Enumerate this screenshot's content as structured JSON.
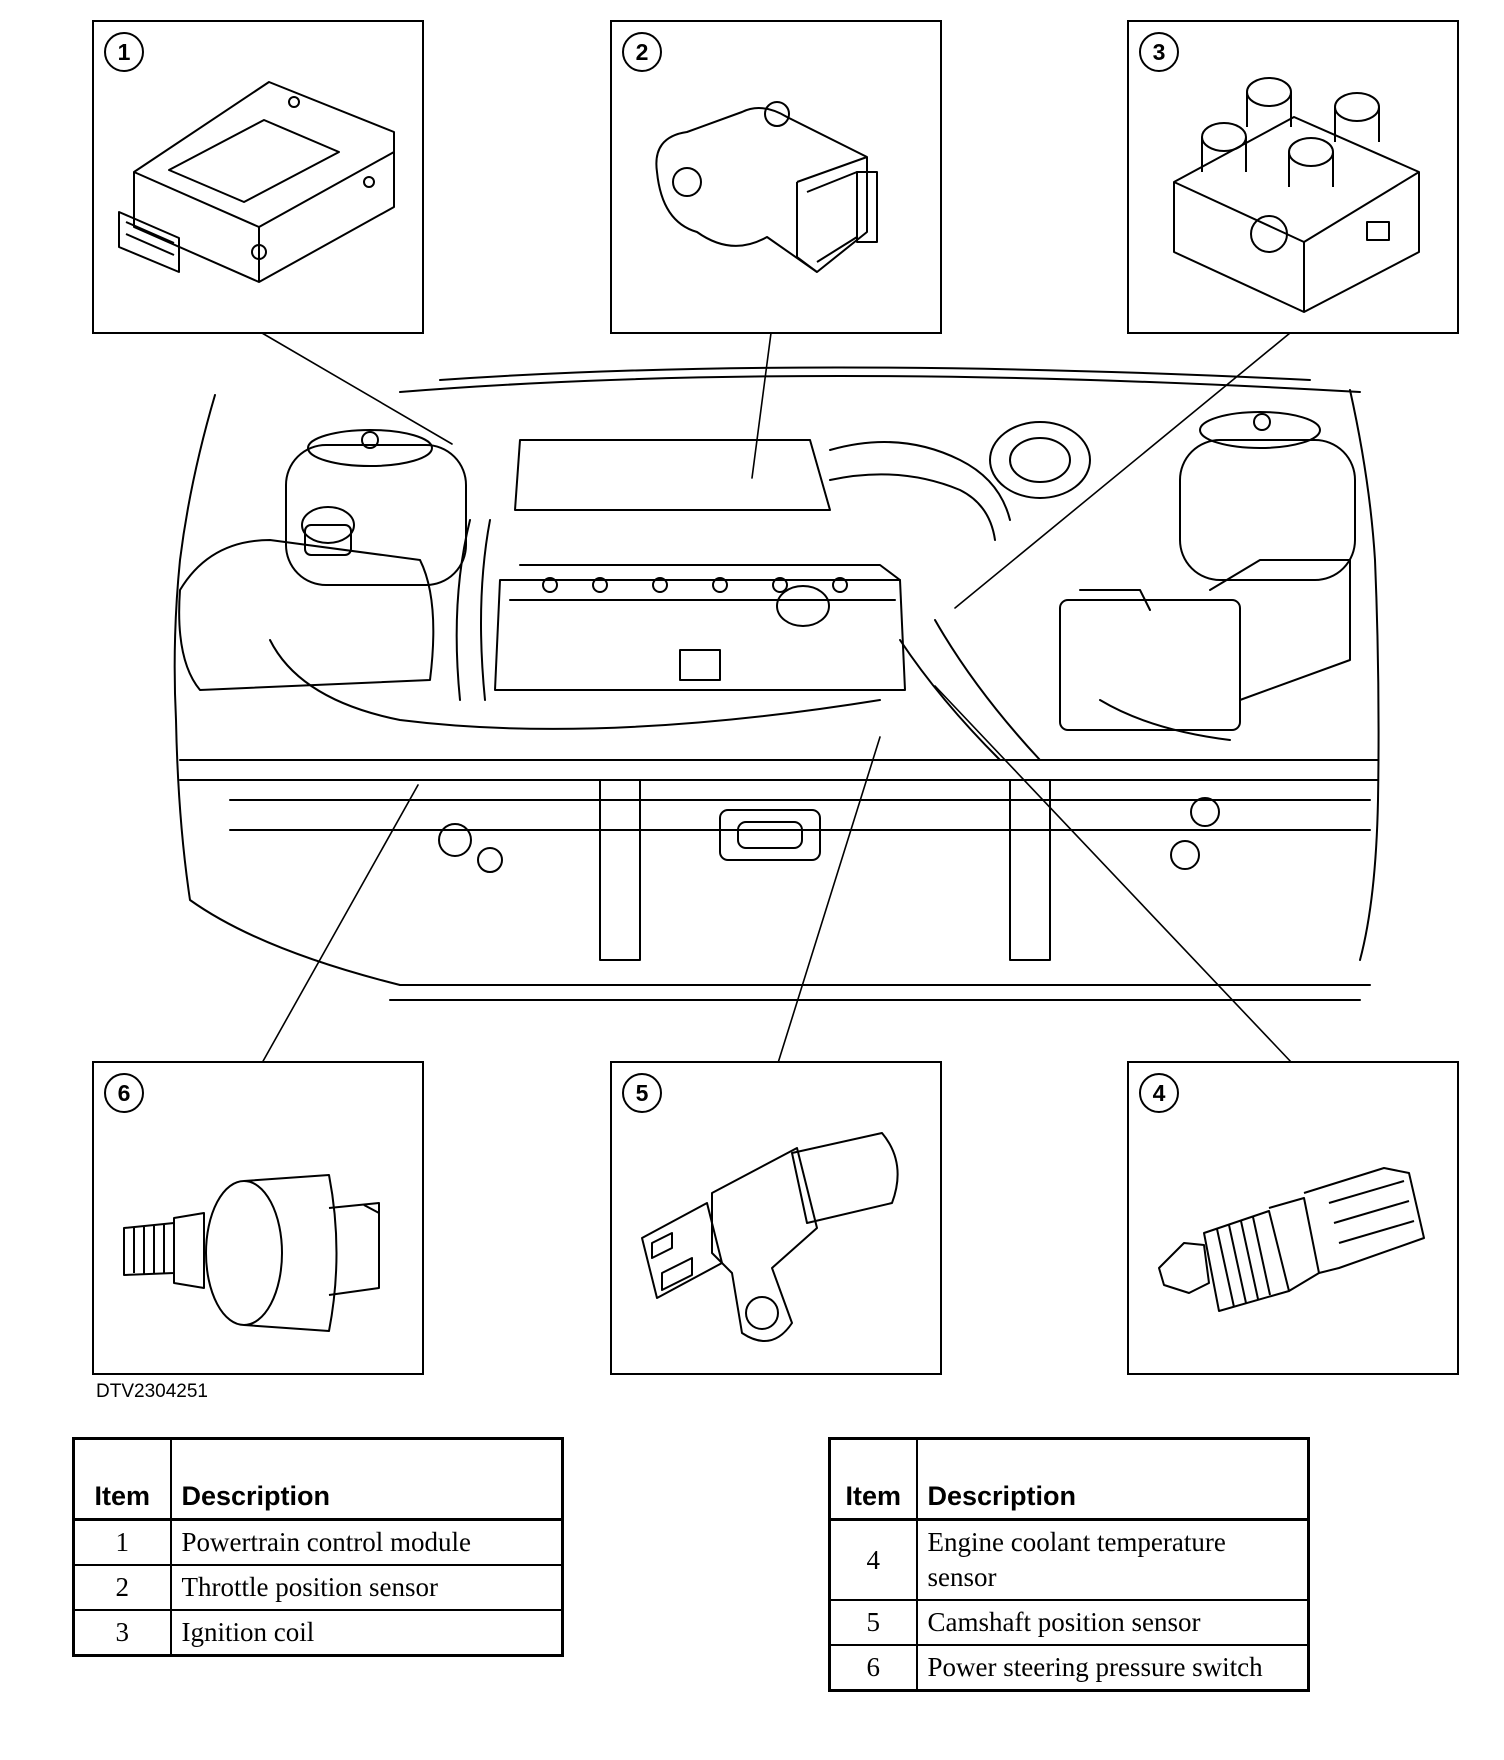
{
  "diagram_code": "DTV2304251",
  "callouts": {
    "c1": "1",
    "c2": "2",
    "c3": "3",
    "c4": "4",
    "c5": "5",
    "c6": "6"
  },
  "table_left": {
    "header_item": "Item",
    "header_description": "Description",
    "rows": [
      {
        "item": "1",
        "description": "Powertrain control module"
      },
      {
        "item": "2",
        "description": "Throttle position sensor"
      },
      {
        "item": "3",
        "description": "Ignition coil"
      }
    ]
  },
  "table_right": {
    "header_item": "Item",
    "header_description": "Description",
    "rows": [
      {
        "item": "4",
        "description": "Engine coolant temperature sensor"
      },
      {
        "item": "5",
        "description": "Camshaft position sensor"
      },
      {
        "item": "6",
        "description": "Power steering pressure switch"
      }
    ]
  }
}
